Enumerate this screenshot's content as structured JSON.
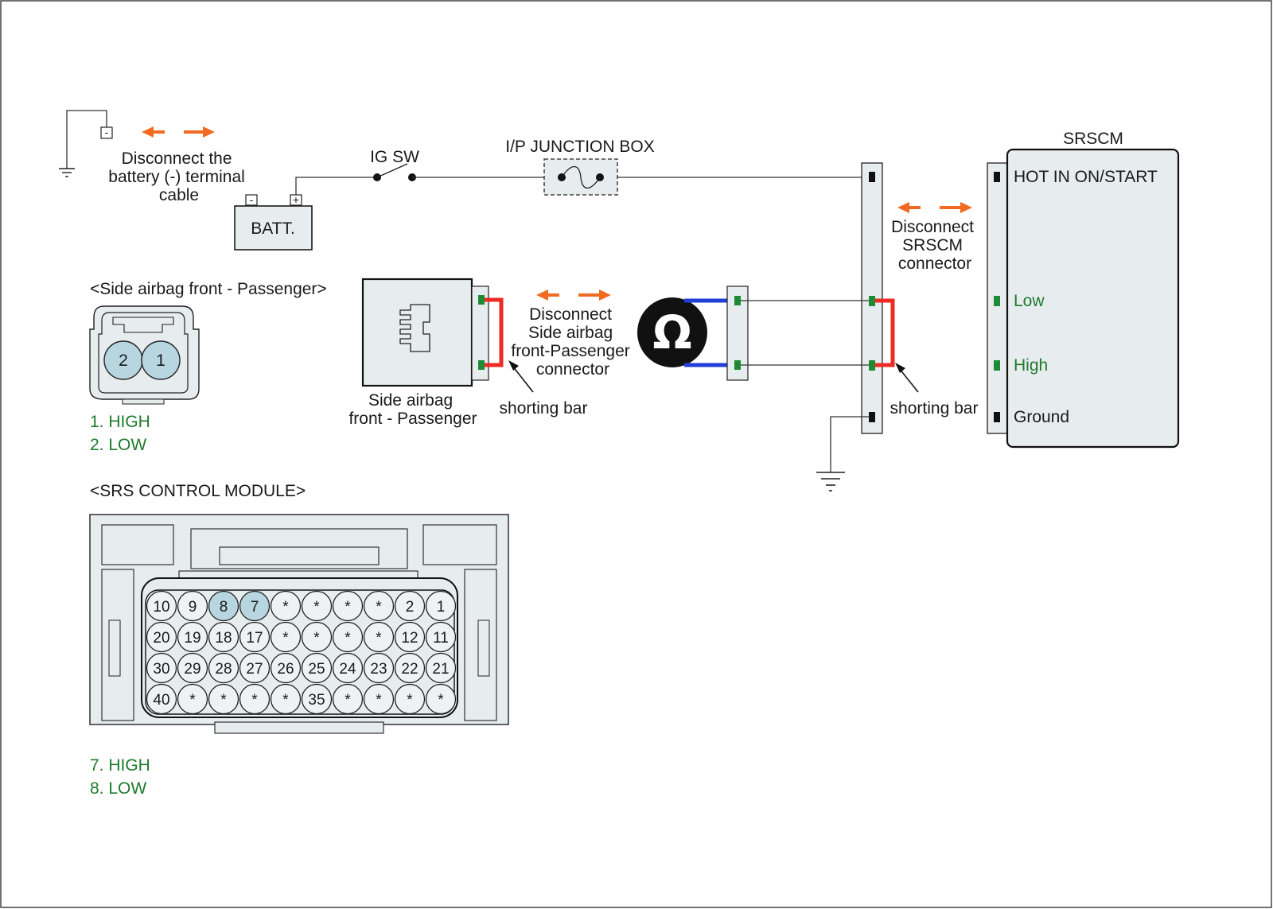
{
  "labels": {
    "disconnect_battery": [
      "Disconnect the",
      "battery (-) terminal",
      "cable"
    ],
    "ig_sw": "IG SW",
    "ip_junction_box": "I/P JUNCTION BOX",
    "batt": "BATT.",
    "batt_minus": "-",
    "batt_plus": "+",
    "neg_terminal": "-",
    "srscm_title": "SRSCM",
    "disconnect_srscm": [
      "Disconnect",
      "SRSCM",
      "connector"
    ],
    "side_airbag_title": "<Side airbag front - Passenger>",
    "side_airbag_component": [
      "Side airbag",
      "front - Passenger"
    ],
    "disconnect_side_airbag": [
      "Disconnect",
      "Side airbag",
      "front-Passenger",
      "connector"
    ],
    "shorting_bar": "shorting bar",
    "ohm": "Ω",
    "srs_module_title": "<SRS CONTROL MODULE>"
  },
  "srscm_pins": [
    {
      "label": "HOT IN ON/START",
      "highlight": false
    },
    {
      "label": "Low",
      "highlight": true
    },
    {
      "label": "High",
      "highlight": true
    },
    {
      "label": "Ground",
      "highlight": false
    }
  ],
  "side_airbag_pins": [
    "2",
    "1"
  ],
  "side_airbag_legend": [
    "1. HIGH",
    "2. LOW"
  ],
  "module_pins": [
    [
      "10",
      "9",
      "8",
      "7",
      "*",
      "*",
      "*",
      "*",
      "2",
      "1"
    ],
    [
      "20",
      "19",
      "18",
      "17",
      "*",
      "*",
      "*",
      "*",
      "12",
      "11"
    ],
    [
      "30",
      "29",
      "28",
      "27",
      "26",
      "25",
      "24",
      "23",
      "22",
      "21"
    ],
    [
      "40",
      "*",
      "*",
      "*",
      "*",
      "35",
      "*",
      "*",
      "*",
      "*"
    ]
  ],
  "module_highlight_pins": [
    "8",
    "7"
  ],
  "module_legend": [
    "7. HIGH",
    "8. LOW"
  ],
  "colors": {
    "arrow": "#f26a21",
    "shorting_bar": "#ee2a24",
    "probe_wire": "#1f3fd6",
    "pin_green": "#1f8a34",
    "highlight_pin": "#b7d6e0",
    "label_green": "#1f7a2c"
  }
}
